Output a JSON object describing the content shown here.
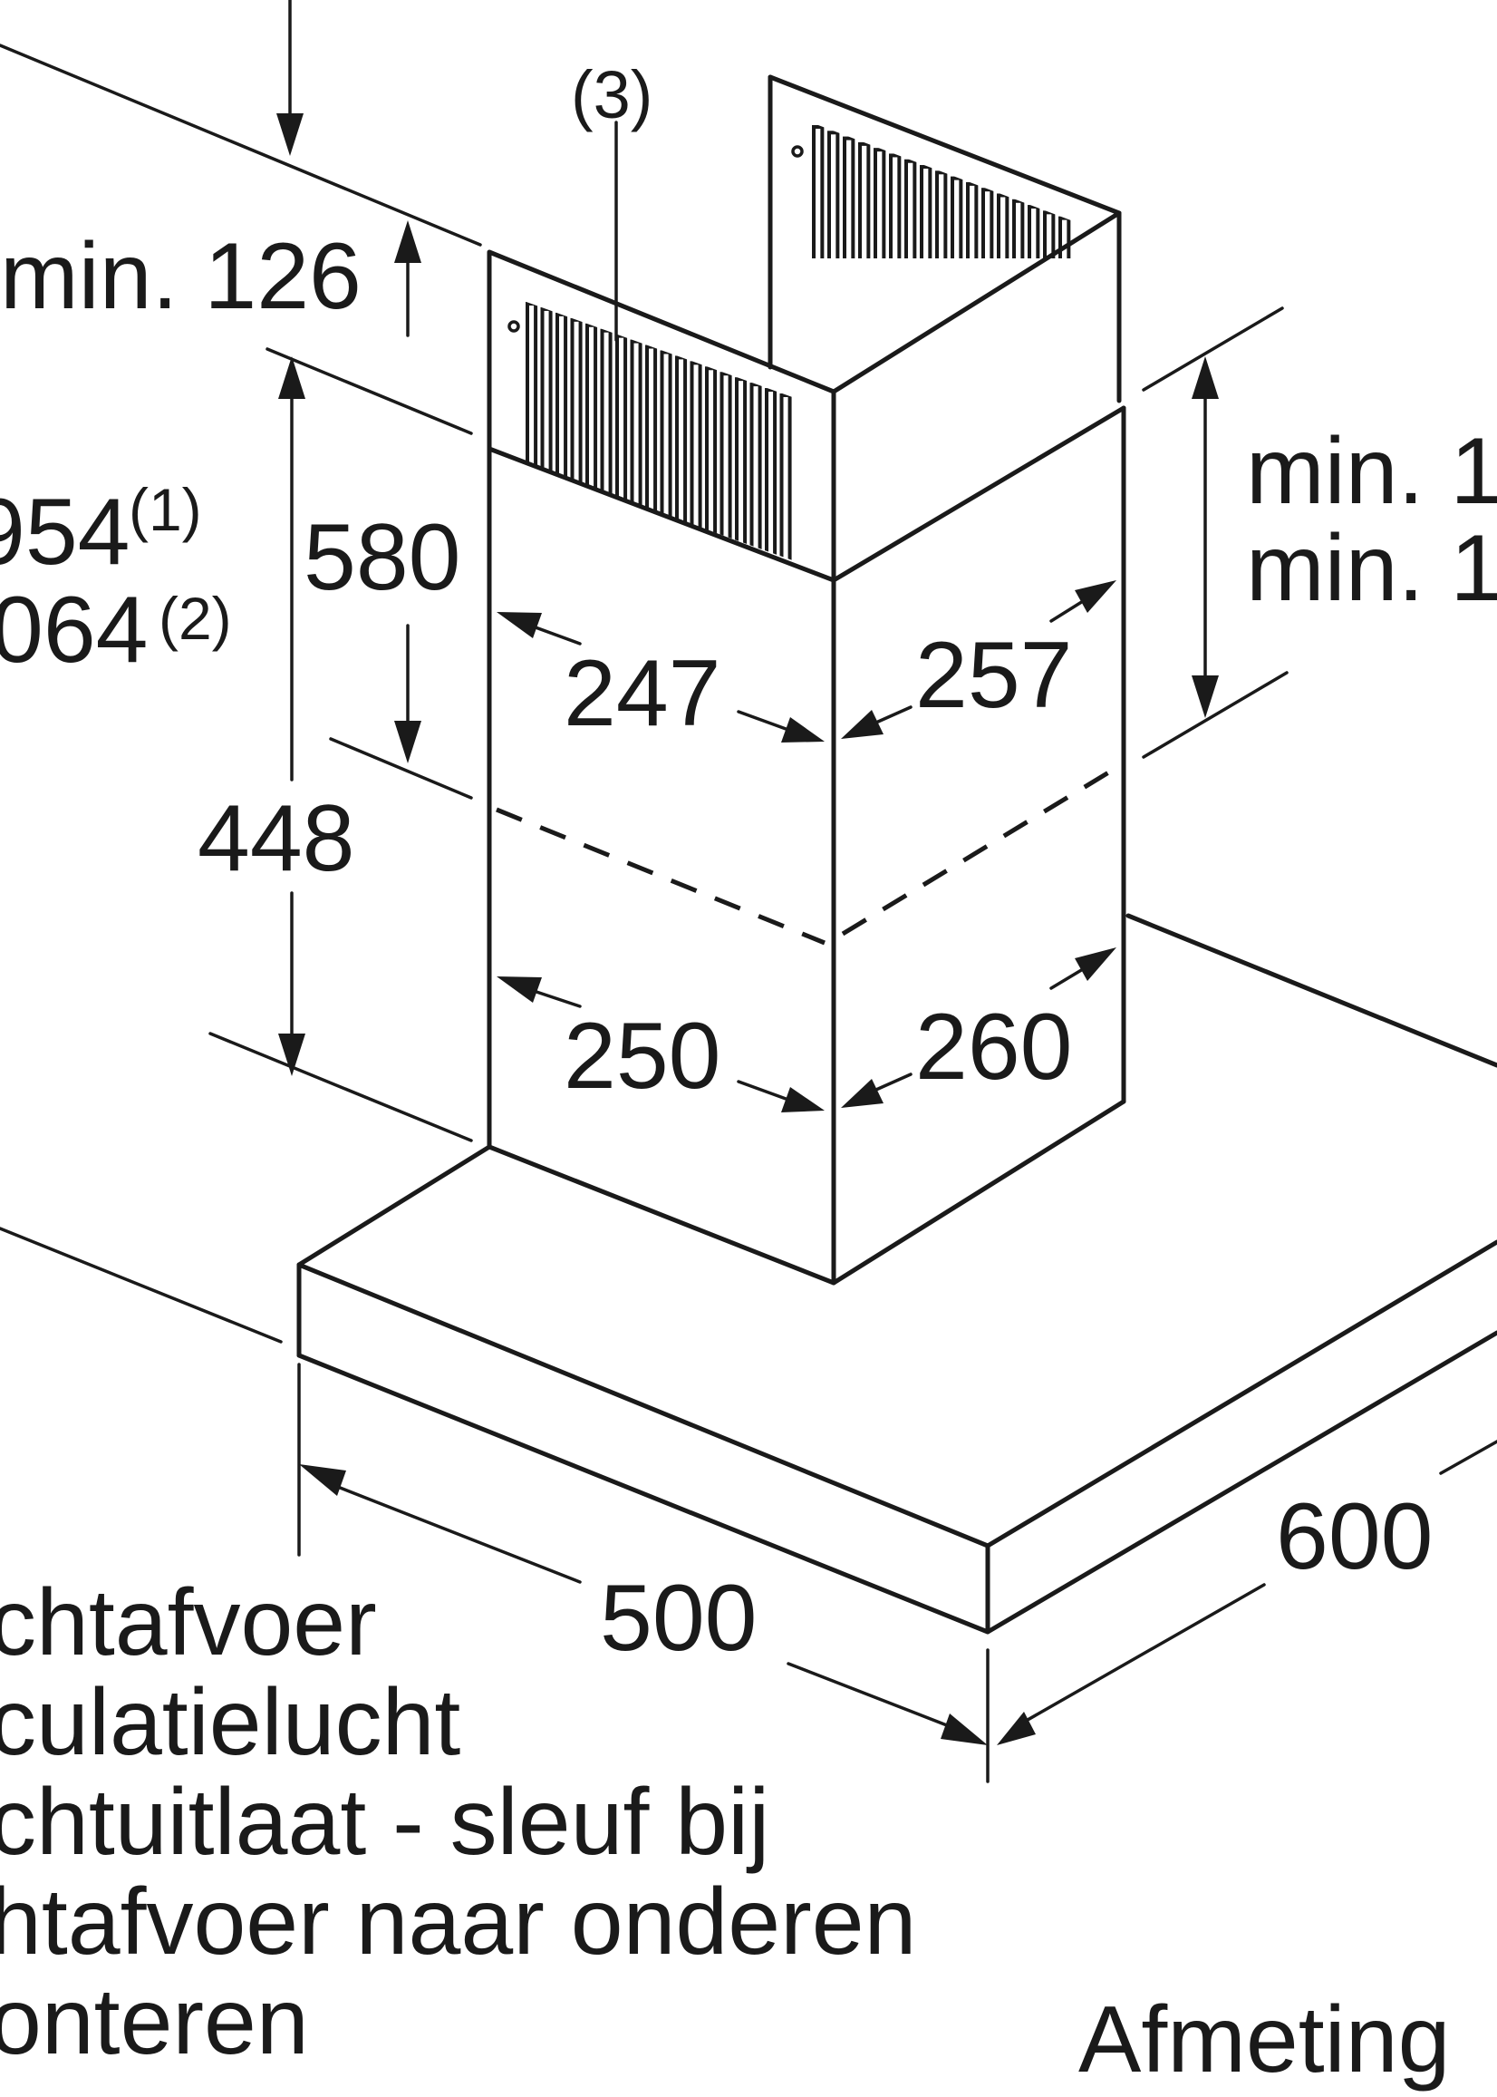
{
  "dimensions": {
    "min_126": "min. 126",
    "min_right_1": "min. 1",
    "min_right_2": "min. 1",
    "d580": "580",
    "d448": "448",
    "d247": "247",
    "d257": "257",
    "d250": "250",
    "d260": "260",
    "d500": "500",
    "d600": "600",
    "d954": "954",
    "d954_note": "(1)",
    "d1064": "064",
    "d1064_note": "(2)",
    "callout_3": "(3)"
  },
  "legend": [
    "chtafvoer",
    "culatielucht",
    "chtuitlaat - sleuf bij",
    "htafvoer naar onderen",
    "onteren"
  ],
  "footer_label": "Afmeting"
}
